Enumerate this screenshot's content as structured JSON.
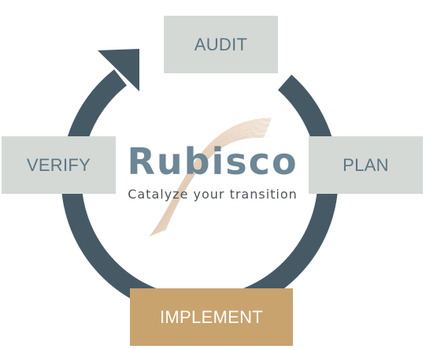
{
  "stages": {
    "audit": "AUDIT",
    "plan": "PLAN",
    "implement": "IMPLEMENT",
    "verify": "VERIFY"
  },
  "brand": {
    "name": "Rubisco",
    "tagline": "Catalyze your transition"
  },
  "colors": {
    "ring": "#465a66",
    "stage_box": "#d4d9d5",
    "stage_text": "#5d7584",
    "active_box": "#c9a36e",
    "active_text": "#ffffff",
    "brand_text": "#6c8796",
    "wave": "#d9b99a"
  },
  "icons": {
    "ring": "cycle-arrow-icon",
    "logo_mark": "wave-lines-icon"
  }
}
